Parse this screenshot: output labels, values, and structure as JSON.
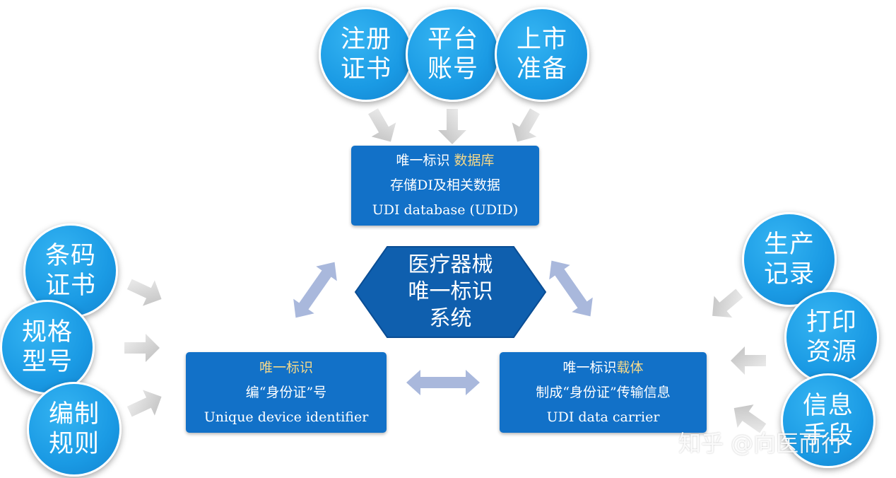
{
  "hub": {
    "line1": "医疗器械",
    "line2": "唯一标识",
    "line3": "系统"
  },
  "database": {
    "title_prefix": "唯一标识 ",
    "title_highlight": "数据库",
    "line2": "存储DI及相关数据",
    "line3": "UDI database (UDID)"
  },
  "identifier": {
    "title": "唯一标识",
    "line2": "编“身份证”号",
    "line3": "Unique device identifier"
  },
  "carrier": {
    "title_prefix": "唯一标识",
    "title_highlight": "载体",
    "line2": "制成“身份证”传输信息",
    "line3": "UDI data carrier"
  },
  "top_inputs": [
    {
      "l1": "注册",
      "l2": "证书"
    },
    {
      "l1": "平台",
      "l2": "账号"
    },
    {
      "l1": "上市",
      "l2": "准备"
    }
  ],
  "left_inputs": [
    {
      "l1": "条码",
      "l2": "证书"
    },
    {
      "l1": "规格",
      "l2": "型号"
    },
    {
      "l1": "编制",
      "l2": "规则"
    }
  ],
  "right_inputs": [
    {
      "l1": "生产",
      "l2": "记录"
    },
    {
      "l1": "打印",
      "l2": "资源"
    },
    {
      "l1": "信息",
      "l2": "手段"
    }
  ],
  "watermark": "知乎 @向医而行",
  "colors": {
    "bubble": "#1a9ae4",
    "box": "#1271c8",
    "hexagon": "#0f5fae",
    "highlight": "#f5d98a",
    "gray_arrow": "#c9c9c9",
    "link_arrow": "#a9b8dc"
  }
}
